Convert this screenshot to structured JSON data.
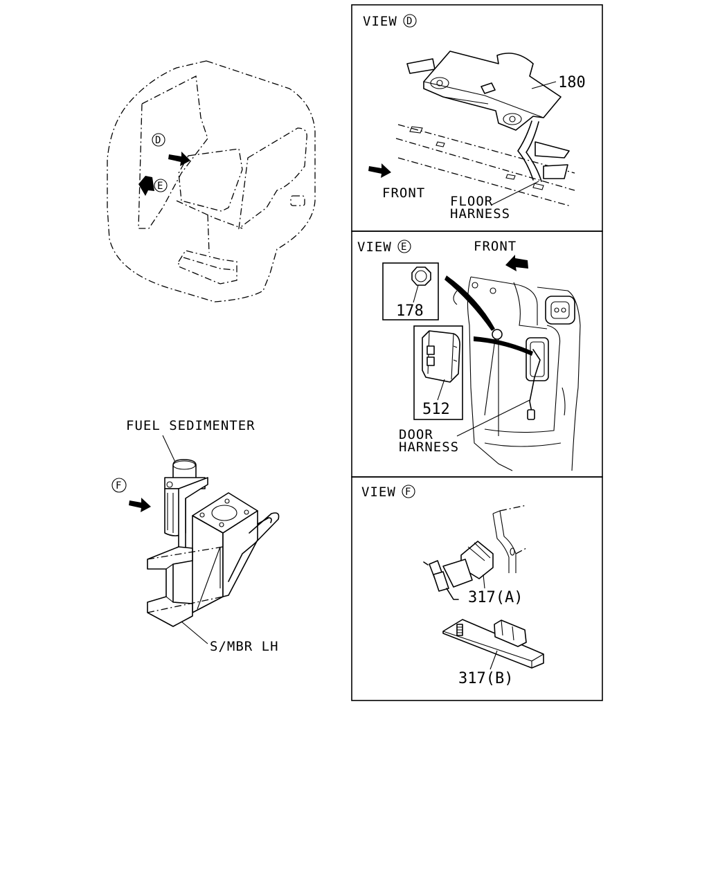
{
  "views": {
    "d": {
      "label": "VIEW",
      "letter": "D"
    },
    "e": {
      "label": "VIEW",
      "letter": "E"
    },
    "f": {
      "label": "VIEW",
      "letter": "F"
    }
  },
  "cab": {
    "marker_d": "D",
    "marker_e": "E"
  },
  "sedimenter": {
    "title": "FUEL SEDIMENTER",
    "marker_f": "F",
    "member": "S/MBR LH"
  },
  "view_d": {
    "part_180": "180",
    "front": "FRONT",
    "floor_harness_1": "FLOOR",
    "floor_harness_2": "HARNESS"
  },
  "view_e": {
    "front": "FRONT",
    "part_178": "178",
    "part_512": "512",
    "door_harness_1": "DOOR",
    "door_harness_2": "HARNESS"
  },
  "view_f": {
    "part_317a": "317(A)",
    "part_317b": "317(B)"
  }
}
